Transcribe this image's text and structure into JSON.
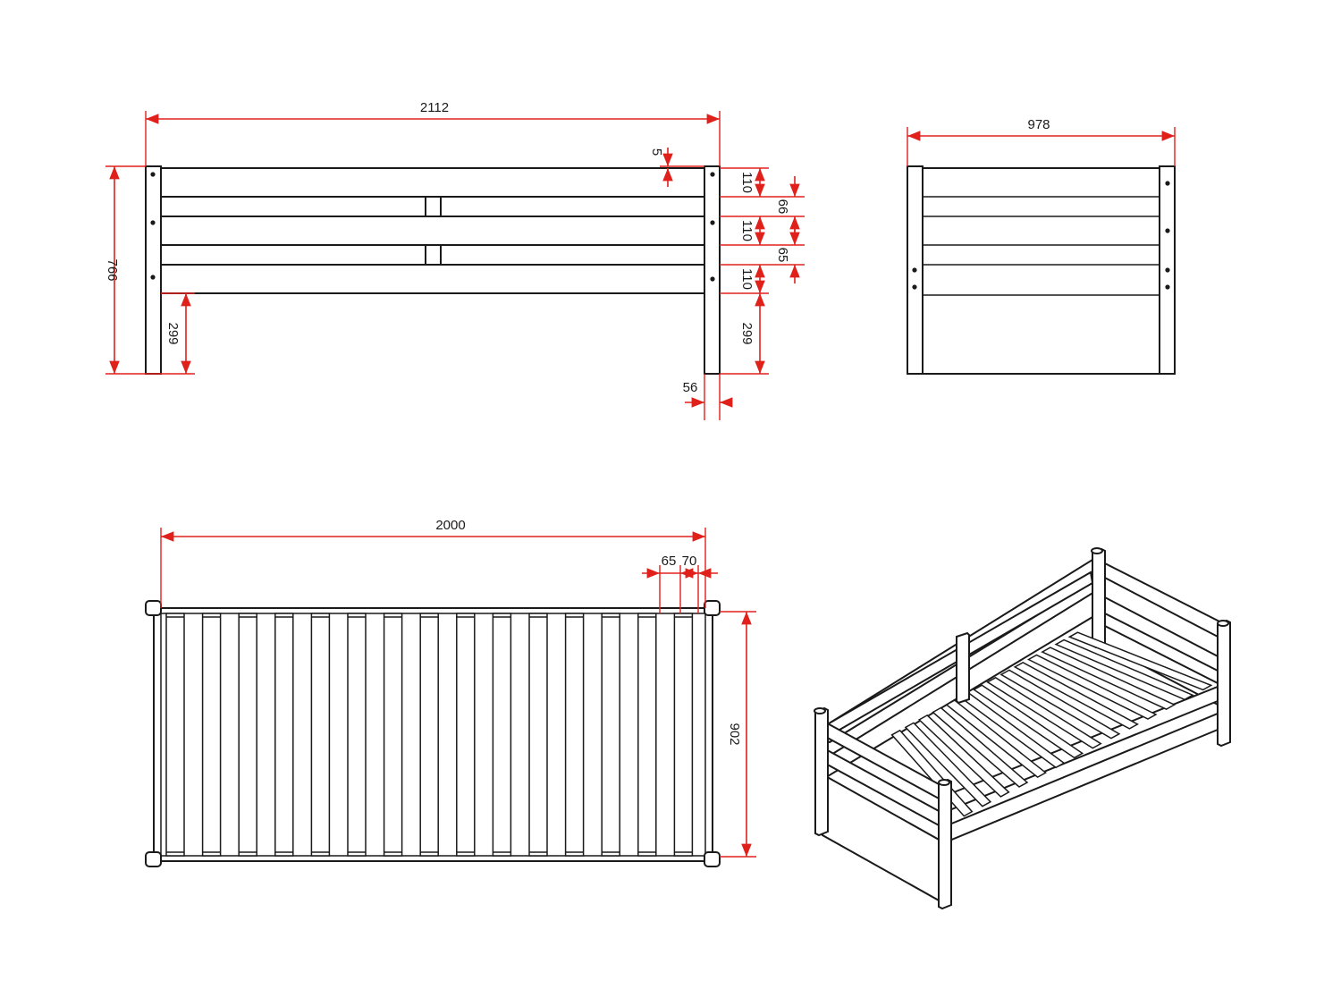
{
  "diagram": {
    "type": "technical-drawing",
    "colors": {
      "line": "#1a1a1a",
      "dimension": "#e0201b",
      "background": "#ffffff"
    },
    "side_view": {
      "dimensions": {
        "overall_length": "2112",
        "overall_height": "766",
        "top_gap": "5",
        "rail_1": "110",
        "gap_1": "66",
        "rail_2": "110",
        "gap_2": "65",
        "rail_3": "110",
        "clearance_right": "299",
        "clearance_left": "299",
        "post_width": "56"
      }
    },
    "end_view": {
      "dimensions": {
        "overall_width": "978"
      }
    },
    "top_view": {
      "dimensions": {
        "slat_length": "2000",
        "slat_width": "65",
        "slat_spacing": "70",
        "inner_width": "902"
      }
    },
    "isometric_view": {}
  }
}
